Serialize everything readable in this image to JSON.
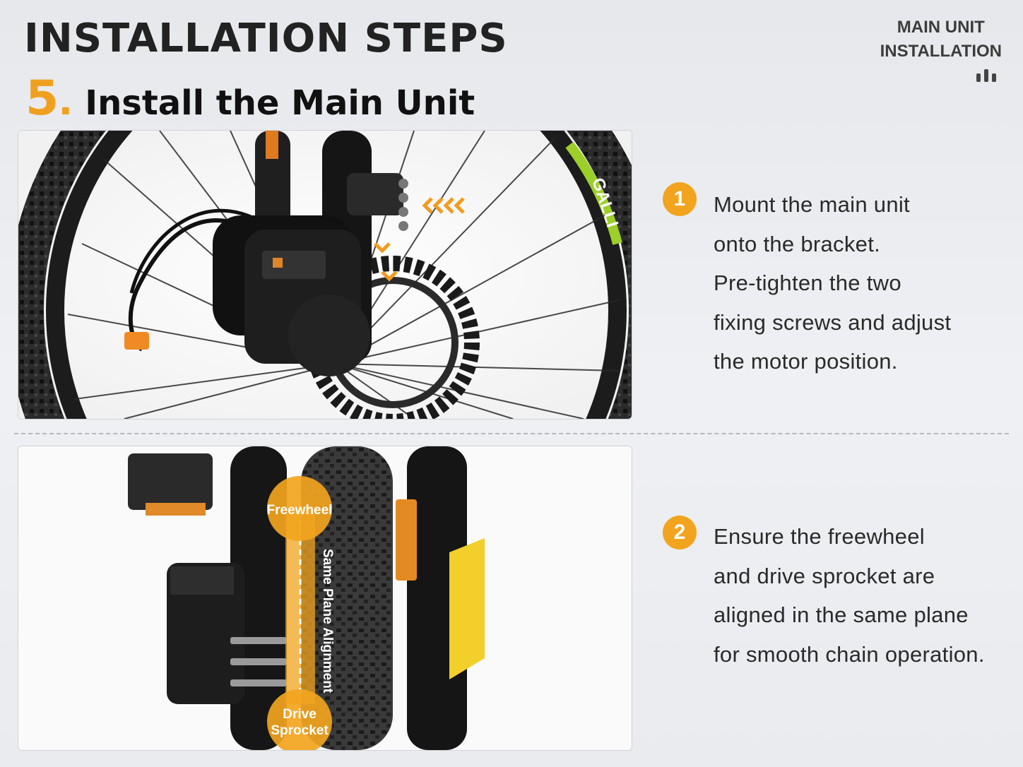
{
  "header": {
    "title": "INSTALLATION STEPS",
    "step_number": "5",
    "step_title": "Install the Main Unit"
  },
  "corner": {
    "line1": "MAIN UNIT",
    "line2": "INSTALLATION"
  },
  "steps": [
    {
      "badge": "1",
      "lines": [
        "Mount the main unit",
        "onto the bracket.",
        "Pre-tighten the two",
        "fixing screws and adjust",
        "the motor position."
      ]
    },
    {
      "badge": "2",
      "lines": [
        "Ensure the freewheel",
        "and drive sprocket are",
        "aligned in the same plane",
        "for smooth chain operation."
      ]
    }
  ],
  "photo1": {
    "rim_text": "GALLI"
  },
  "photo2": {
    "freewheel_label": "Freewheel",
    "alignment_label": "Same Plane Alignment",
    "sprocket_line1": "Drive",
    "sprocket_line2": "Sprocket"
  },
  "colors": {
    "accent": "#f2a41e",
    "title": "#222222"
  }
}
